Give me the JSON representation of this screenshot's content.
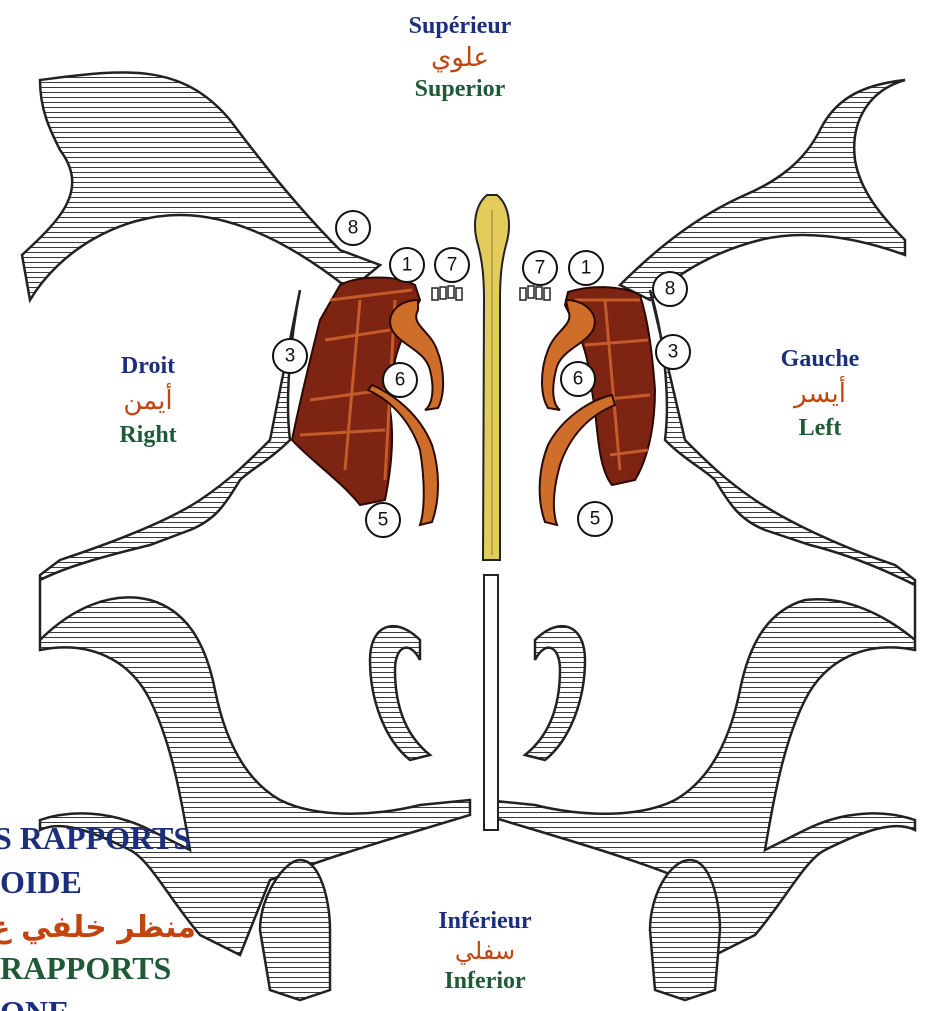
{
  "orientation": {
    "top": {
      "fr": "Supérieur",
      "ar": "علوي",
      "en": "Superior"
    },
    "bottom": {
      "fr": "Inférieur",
      "ar": "سفلي",
      "en": "Inferior"
    },
    "left": {
      "fr": "Droit",
      "ar": "أيمن",
      "en": "Right"
    },
    "right": {
      "fr": "Gauche",
      "ar": "أيسر",
      "en": "Left"
    }
  },
  "caption": {
    "line1": "S RAPPORTS",
    "line2": "OIDE",
    "line3": "منظر خلفي ع",
    "line4": "RAPPORTS",
    "line5": "ONE"
  },
  "markers": {
    "m1": "1",
    "m3": "3",
    "m5": "5",
    "m6": "6",
    "m7": "7",
    "m8": "8"
  },
  "colors": {
    "navy": "#1c2f7c",
    "green": "#1f5a36",
    "rust": "#c2440f",
    "bone_hatch": "#222222",
    "ethmoid": "#7e2412",
    "turbinate": "#cf6d2a",
    "septum": "#e3cc5c"
  }
}
